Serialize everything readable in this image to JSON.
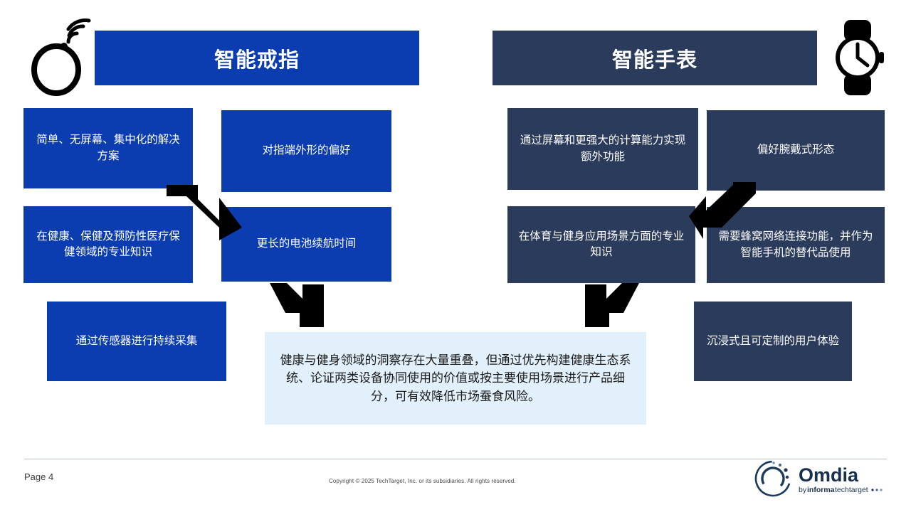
{
  "slide": {
    "page_label": "Page 4",
    "copyright": "Copyright © 2025 TechTarget, Inc. or its subsidiaries. All rights reserved.",
    "colors": {
      "blue": "#0b3cb0",
      "navy": "#2b3b5c",
      "summary_bg": "#e2f0fb",
      "arrow": "#000000",
      "text_light": "#ffffff"
    }
  },
  "columns": {
    "ring": {
      "title": "智能戒指",
      "icon": "smart-ring-icon",
      "boxes": [
        {
          "id": "ring-simple",
          "text": "简单、无屏幕、集中化的解决方案"
        },
        {
          "id": "ring-form",
          "text": "对指端外形的偏好"
        },
        {
          "id": "ring-expertise",
          "text": "在健康、保健及预防性医疗保健领域的专业知识"
        },
        {
          "id": "ring-battery",
          "text": "更长的电池续航时间"
        },
        {
          "id": "ring-sensors",
          "text": "通过传感器进行持续采集"
        }
      ]
    },
    "watch": {
      "title": "智能手表",
      "icon": "smart-watch-icon",
      "boxes": [
        {
          "id": "watch-screen",
          "text": "通过屏幕和更强大的计算能力实现额外功能"
        },
        {
          "id": "watch-wrist",
          "text": "偏好腕戴式形态"
        },
        {
          "id": "watch-expertise",
          "text": "在体育与健身应用场景方面的专业知识"
        },
        {
          "id": "watch-cellular",
          "text": "需要蜂窝网络连接功能，并作为智能手机的替代品使用"
        },
        {
          "id": "watch-immersive",
          "text": "沉浸式且可定制的用户体验"
        }
      ]
    }
  },
  "summary": {
    "text": "健康与健身领域的洞察存在大量重叠，但通过优先构建健康生态系统、论证两类设备协同使用的价值或按主要使用场景进行产品细分，可有效降低市场蚕食风险。"
  },
  "arrows": [
    {
      "id": "arrow-ring-diag",
      "direction": "down-right"
    },
    {
      "id": "arrow-ring-down",
      "direction": "down-right"
    },
    {
      "id": "arrow-watch-diag",
      "direction": "up-right"
    },
    {
      "id": "arrow-watch-down",
      "direction": "down-left"
    }
  ],
  "logo": {
    "name": "Omdia",
    "tagline_prefix": "by",
    "tagline_brand": "informa",
    "tagline_suffix": "techtarget"
  }
}
